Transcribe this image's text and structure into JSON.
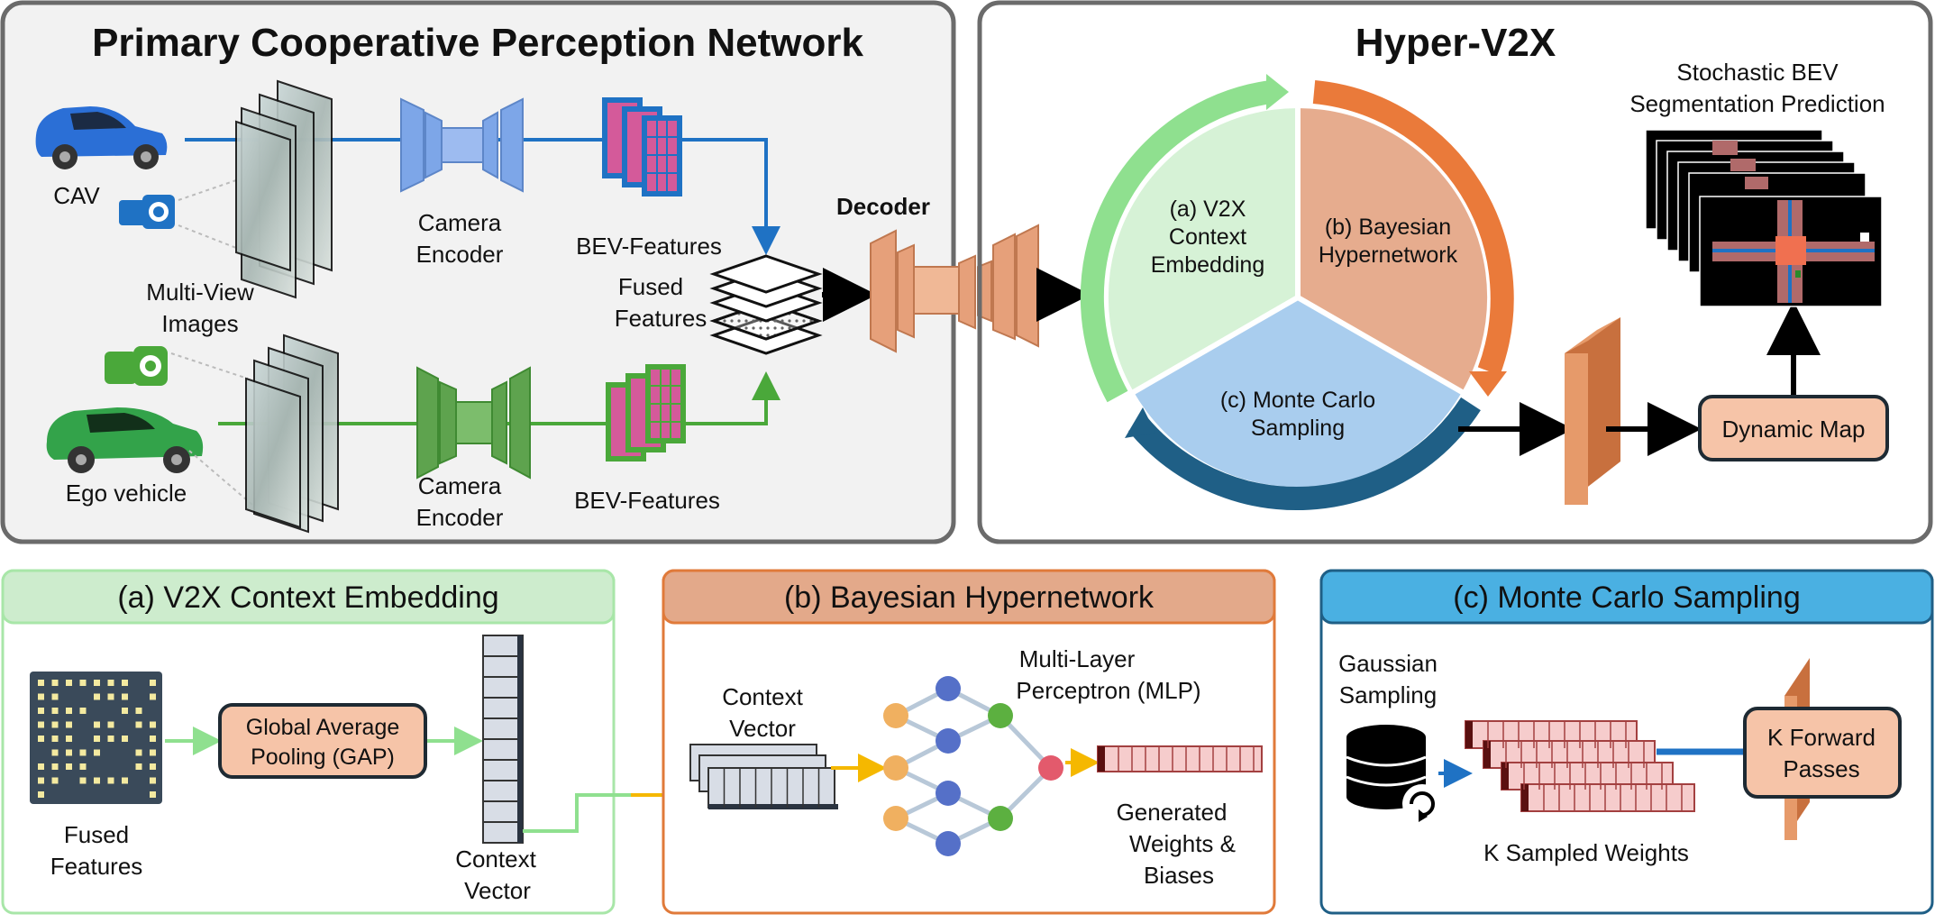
{
  "panels": {
    "primary": {
      "title": "Primary Cooperative Perception Network",
      "cav_label": "CAV",
      "ego_label": "Ego vehicle",
      "multiview_label": [
        "Multi-View",
        "Images"
      ],
      "camera_encoder_label": [
        "Camera",
        "Encoder"
      ],
      "bev_features_label": "BEV-Features",
      "fused_features_label": [
        "Fused",
        "Features"
      ],
      "decoder_label": "Decoder"
    },
    "hyper": {
      "title": "Hyper-V2X",
      "segment_a": [
        "(a) V2X",
        "Context",
        "Embedding"
      ],
      "segment_b": [
        "(b) Bayesian",
        "Hypernetwork"
      ],
      "segment_c": [
        "(c) Monte Carlo",
        "Sampling"
      ],
      "stochastic_label": [
        "Stochastic BEV",
        "Segmentation Prediction"
      ],
      "dynamic_map_label": "Dynamic Map"
    },
    "context": {
      "title": "(a) V2X Context Embedding",
      "fused_features_label": [
        "Fused",
        "Features"
      ],
      "gap_label": [
        "Global Average",
        "Pooling (GAP)"
      ],
      "context_vector_label": [
        "Context",
        "Vector"
      ]
    },
    "bayesian": {
      "title": "(b) Bayesian Hypernetwork",
      "context_vector_label": [
        "Context",
        "Vector"
      ],
      "mlp_label": [
        "Multi-Layer",
        "Perceptron (MLP)"
      ],
      "generated_label": [
        "Generated",
        "Weights &",
        "Biases"
      ]
    },
    "montecarlo": {
      "title": "(c) Monte Carlo Sampling",
      "gaussian_label": [
        "Gaussian",
        "Sampling"
      ],
      "sampled_label": "K Sampled Weights",
      "forward_label": [
        "K Forward",
        "Passes"
      ]
    }
  },
  "colors": {
    "panel_border": "#6b6b6b",
    "panel_bg": "#f2f2f2",
    "cav_line": "#1f72c4",
    "ego_line": "#4aa83a",
    "decoder": "#e6a07a",
    "green_arc": "#8fe08f",
    "orange_arc": "#ea7a3a",
    "blue_arc": "#1f5f86",
    "context_header": "#cdeccd",
    "bayes_header": "#e3a98a",
    "mc_header": "#4ab0e2",
    "node_orange": "#f0b060",
    "node_blue": "#5570c8",
    "node_green": "#5cb040",
    "node_red": "#e35a6c"
  }
}
